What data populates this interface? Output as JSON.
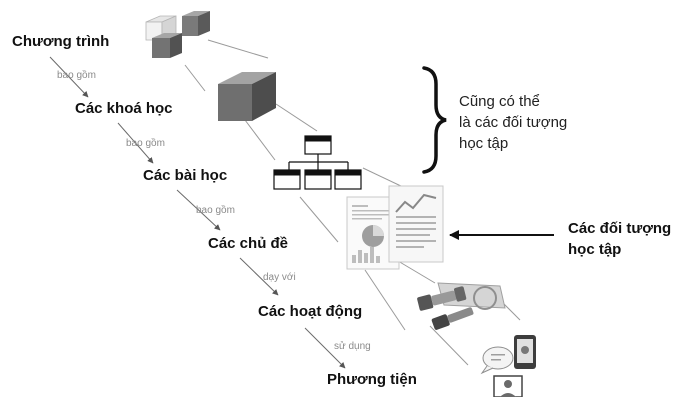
{
  "levels": [
    "Chương trình",
    "Các khoá học",
    "Các bài học",
    "Các chủ đề",
    "Các hoạt động",
    "Phương tiện"
  ],
  "relations": [
    "bao gồm",
    "bao gồm",
    "bao gồm",
    "dạy với",
    "sử dụng"
  ],
  "note": {
    "lines": [
      "Cũng có thể",
      "là các đối tượng",
      "học tập"
    ]
  },
  "callout": {
    "lines": [
      "Các đối tượng",
      "học tập"
    ]
  },
  "icons": [
    "cubes-icon",
    "large-cube-icon",
    "org-chart-icon",
    "report-charts-icon",
    "tools-icon",
    "people-media-icon"
  ],
  "colors": {
    "text": "#111111",
    "relation_text": "#8a8a8a",
    "line": "#8c8c8c",
    "cube_front": "#6f6f6f",
    "cube_top": "#a3a3a3",
    "cube_side": "#4d4d4d"
  }
}
